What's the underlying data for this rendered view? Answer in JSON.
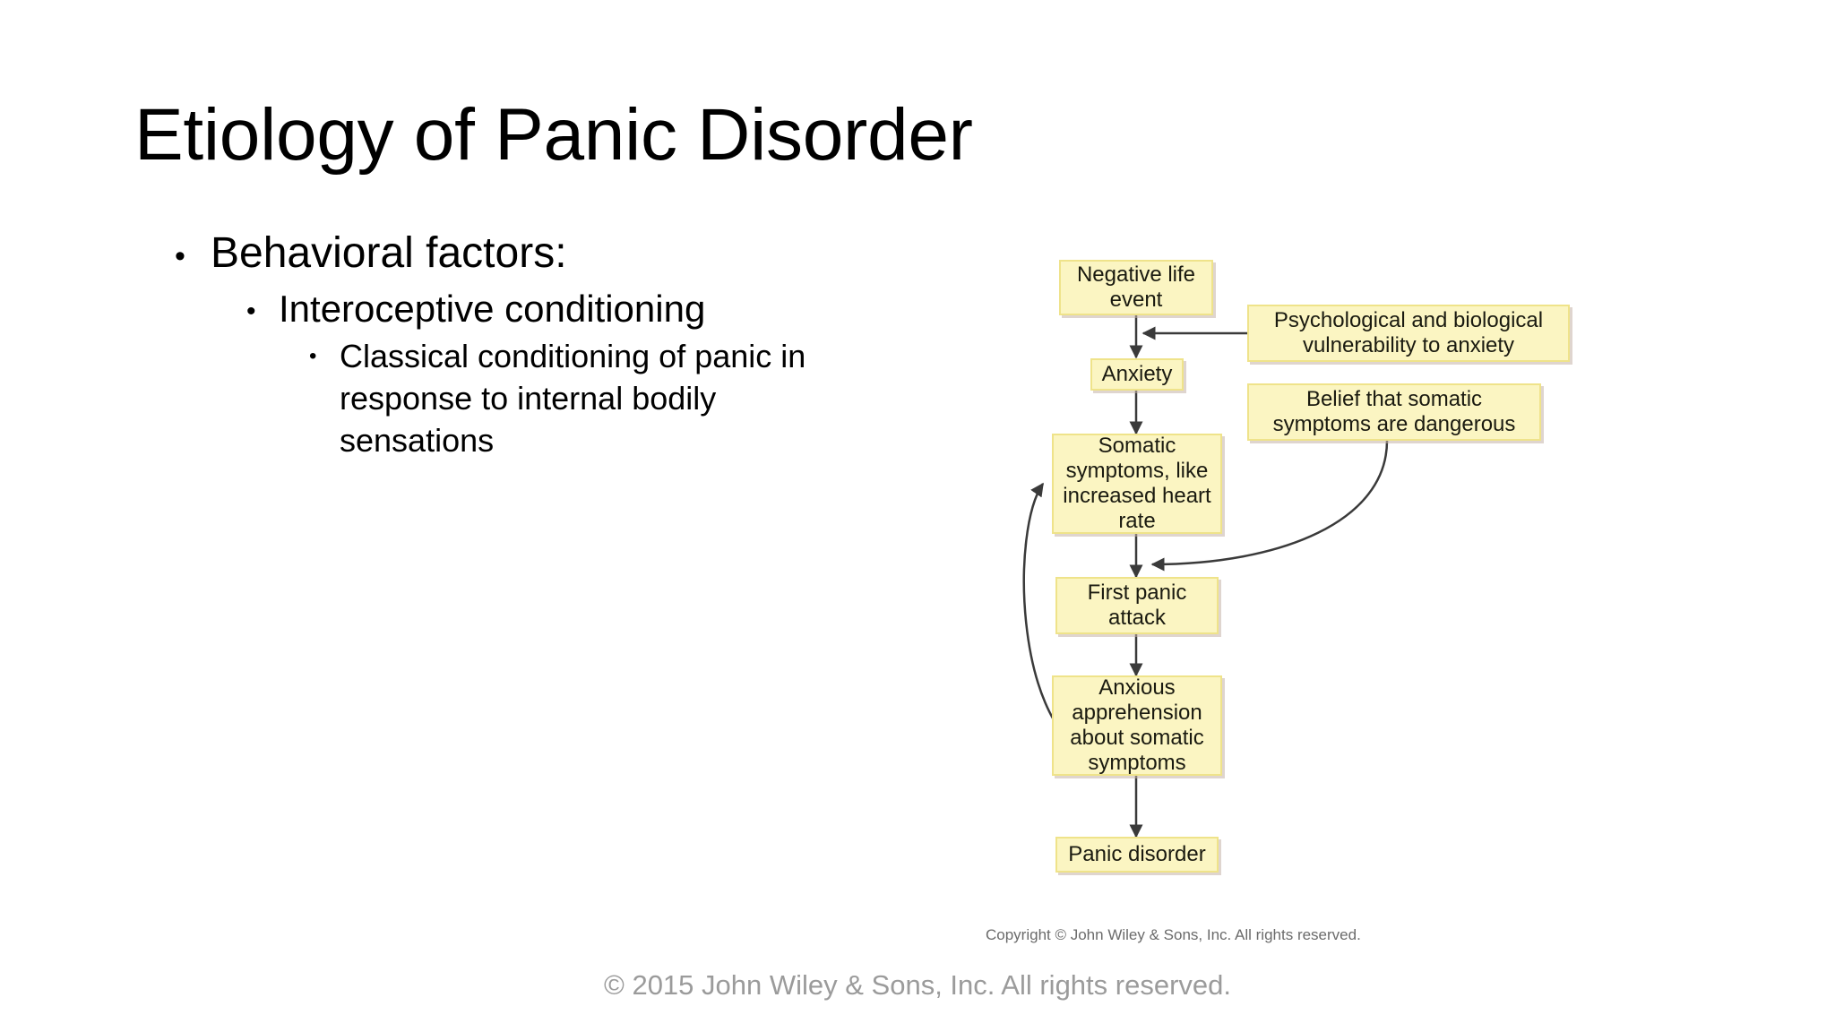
{
  "slide": {
    "title": "Etiology of Panic Disorder",
    "footer": "© 2015 John Wiley & Sons, Inc. All rights reserved."
  },
  "bullets": {
    "level1": "Behavioral factors:",
    "level2": "Interoceptive conditioning",
    "level3": "Classical conditioning of panic in response to internal bodily sensations",
    "marker": "•"
  },
  "diagram": {
    "credit": "Copyright © John Wiley & Sons, Inc. All rights reserved.",
    "box_fill": "#fbf5c2",
    "box_border": "#efe38a",
    "arrow_color": "#3a3a3a",
    "boxes": [
      {
        "id": "negative-life-event",
        "label": "Negative life event"
      },
      {
        "id": "psychological-biological-vulnerability",
        "label": "Psychological and biological vulnerability to anxiety"
      },
      {
        "id": "anxiety",
        "label": "Anxiety"
      },
      {
        "id": "belief-somatic-dangerous",
        "label": "Belief that somatic symptoms are dangerous"
      },
      {
        "id": "somatic-symptoms",
        "label": "Somatic symptoms, like increased heart rate"
      },
      {
        "id": "first-panic-attack",
        "label": "First panic attack"
      },
      {
        "id": "anxious-apprehension",
        "label": "Anxious apprehension about somatic symptoms"
      },
      {
        "id": "panic-disorder",
        "label": "Panic disorder"
      }
    ],
    "edges": [
      {
        "from": "negative-life-event",
        "to": "anxiety",
        "style": "straight"
      },
      {
        "from": "psychological-biological-vulnerability",
        "to": "negative-life-event-to-anxiety",
        "style": "straight"
      },
      {
        "from": "anxiety",
        "to": "somatic-symptoms",
        "style": "straight"
      },
      {
        "from": "somatic-symptoms",
        "to": "first-panic-attack",
        "style": "straight"
      },
      {
        "from": "belief-somatic-dangerous",
        "to": "somatic-to-first-panic",
        "style": "curved"
      },
      {
        "from": "first-panic-attack",
        "to": "anxious-apprehension",
        "style": "straight"
      },
      {
        "from": "anxious-apprehension",
        "to": "panic-disorder",
        "style": "straight"
      },
      {
        "from": "anxious-apprehension",
        "to": "somatic-symptoms",
        "style": "curved-feedback"
      }
    ]
  }
}
